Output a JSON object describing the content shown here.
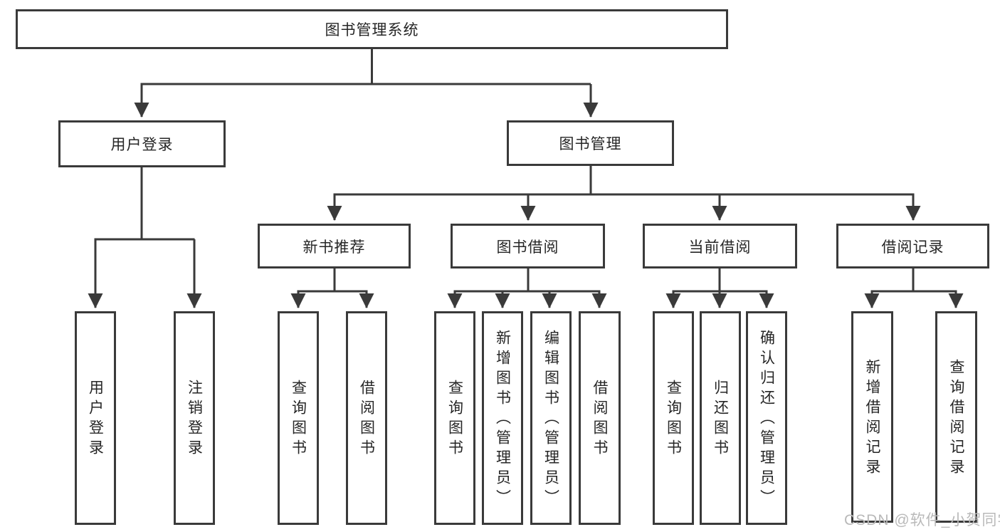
{
  "diagram": {
    "root": {
      "label": "图书管理系统"
    },
    "children": [
      {
        "label": "用户登录",
        "children": [
          {
            "label": "用户登录"
          },
          {
            "label": "注销登录"
          }
        ]
      },
      {
        "label": "图书管理",
        "children": [
          {
            "label": "新书推荐",
            "children": [
              {
                "label": "查询图书"
              },
              {
                "label": "借阅图书"
              }
            ]
          },
          {
            "label": "图书借阅",
            "children": [
              {
                "label": "查询图书"
              },
              {
                "label": "新增图书（管理员）"
              },
              {
                "label": "编辑图书（管理员）"
              },
              {
                "label": "借阅图书"
              }
            ]
          },
          {
            "label": "当前借阅",
            "children": [
              {
                "label": "查询图书"
              },
              {
                "label": "归还图书"
              },
              {
                "label": "确认归还（管理员）"
              }
            ]
          },
          {
            "label": "借阅记录",
            "children": [
              {
                "label": "新增借阅记录"
              },
              {
                "label": "查询借阅记录"
              }
            ]
          }
        ]
      }
    ]
  },
  "watermark": {
    "text": "CSDN @软件_小贺同学"
  },
  "colors": {
    "line": "#3a3a3a",
    "text": "#262626",
    "watermark": "#b9b9b9",
    "background": "#ffffff"
  }
}
